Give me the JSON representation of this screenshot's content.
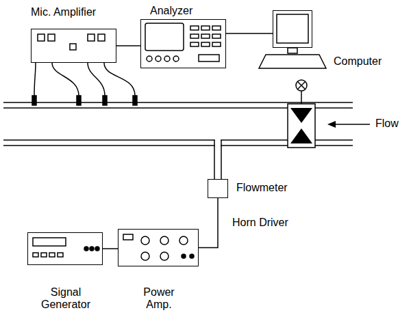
{
  "diagram": {
    "nodes": [
      {
        "text": [
          "Mic. Amplifier"
        ]
      },
      {
        "text": [
          "Analyzer"
        ]
      },
      {
        "text": [
          "Computer"
        ]
      },
      {
        "text": [
          "Horn Driver"
        ]
      },
      {
        "text": [
          "Signal Generator"
        ]
      },
      {
        "text": [
          "Power Amp."
        ]
      }
    ],
    "edges": [
      {
        "from": 0,
        "to": 1,
        "arrow": "none"
      },
      {
        "from": 1,
        "to": 2,
        "arrow": "none"
      },
      {
        "from": 4,
        "to": 5,
        "arrow": "none"
      },
      {
        "from": 5,
        "to": 3,
        "arrow": "none"
      }
    ],
    "labels": [
      "Flow",
      "Flowmeter"
    ]
  }
}
